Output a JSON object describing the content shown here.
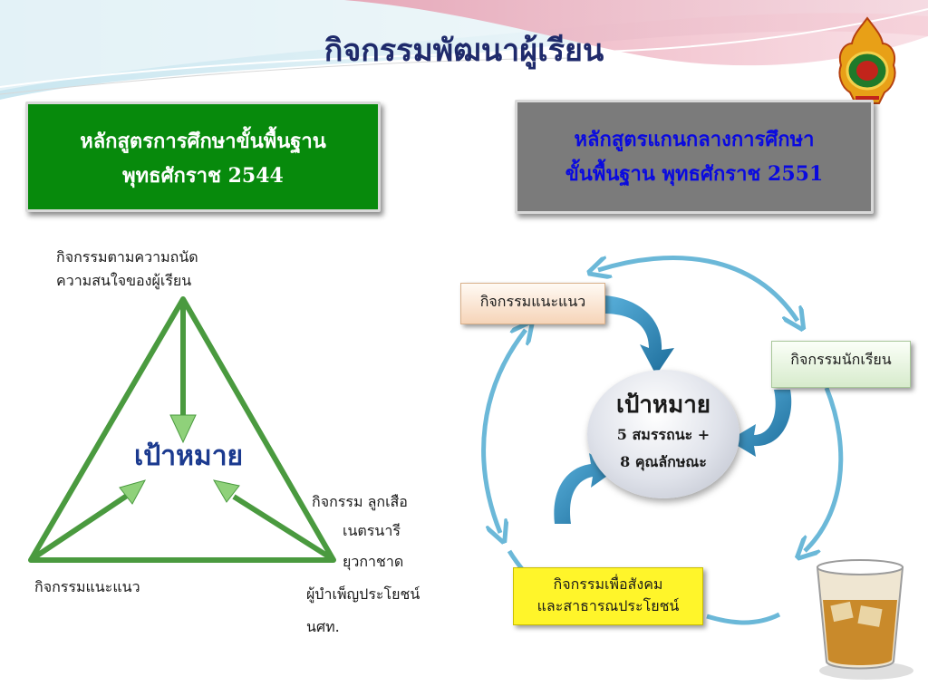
{
  "title": "กิจกรรมพัฒนาผู้เรียน",
  "left_panel": {
    "heading_line1": "หลักสูตรการศึกษาขั้นพื้นฐาน",
    "heading_line2": "พุทธศักราช 2544",
    "top_label_line1": "กิจกรรมตามความถนัด",
    "top_label_line2": "ความสนใจของผู้เรียน",
    "center_label": "เป้าหมาย",
    "bottom_left_label": "กิจกรรมแนะแนว",
    "bottom_right_lines": [
      "กิจกรรม ลูกเสือ",
      "เนตรนารี",
      "ยุวกาชาด",
      "ผู้บำเพ็ญประโยชน์",
      "นศท."
    ]
  },
  "right_panel": {
    "heading_line1": "หลักสูตรแกนกลางการศึกษา",
    "heading_line2": "ขั้นพื้นฐาน พุทธศักราช 2551",
    "box_guidance": "กิจกรรมแนะแนว",
    "box_student": "กิจกรรมนักเรียน",
    "box_social_line1": "กิจกรรมเพื่อสังคม",
    "box_social_line2": "และสาธารณประโยชน์",
    "goal_title": "เป้าหมาย",
    "goal_line1": "5 สมรรถนะ +",
    "goal_line2": "8 คุณลักษณะ"
  },
  "colors": {
    "green_box": "#078a0c",
    "gray_box": "#7b7b7b",
    "triangle_green": "#4a9a3f",
    "cycle_blue": "#6bb8d8",
    "arrow_blue": "#2a7fb0",
    "yellow_box": "#fff52a",
    "title_navy": "#1f2a6b"
  },
  "icons": [
    "school-emblem-icon",
    "glass-of-whisky-image"
  ]
}
